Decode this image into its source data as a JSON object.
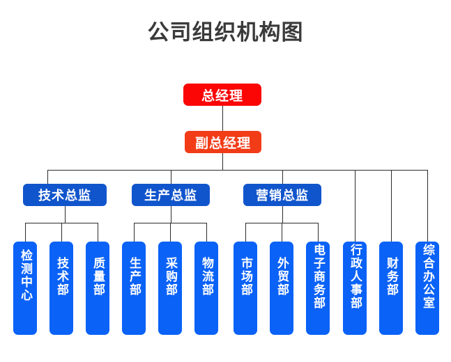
{
  "title": "公司组织机构图",
  "colors": {
    "title_text": "#3a3a3a",
    "gm_box": "#fb0505",
    "deputy_box": "#f23c18",
    "director_box": "#1155cc",
    "department_box": "#0a62f7",
    "line": "#2b2b2b",
    "node_text": "#ffffff",
    "background": "#ffffff"
  },
  "executives": [
    {
      "label": "总经理",
      "role": "general-manager"
    },
    {
      "label": "副总经理",
      "role": "deputy-general-manager"
    }
  ],
  "directors": [
    {
      "label": "技术总监",
      "role": "technical-director"
    },
    {
      "label": "生产总监",
      "role": "production-director"
    },
    {
      "label": "营销总监",
      "role": "marketing-director"
    }
  ],
  "departments": [
    {
      "label": "检测中心",
      "parent": "技术总监"
    },
    {
      "label": "技术部",
      "parent": "技术总监"
    },
    {
      "label": "质量部",
      "parent": "技术总监"
    },
    {
      "label": "生产部",
      "parent": "生产总监"
    },
    {
      "label": "采购部",
      "parent": "生产总监"
    },
    {
      "label": "物流部",
      "parent": "生产总监"
    },
    {
      "label": "市场部",
      "parent": "营销总监"
    },
    {
      "label": "外贸部",
      "parent": "营销总监"
    },
    {
      "label": "电子商务部",
      "parent": "营销总监"
    },
    {
      "label": "行政人事部",
      "parent": "副总经理"
    },
    {
      "label": "财务部",
      "parent": "副总经理"
    },
    {
      "label": "综合办公室",
      "parent": "副总经理"
    }
  ]
}
